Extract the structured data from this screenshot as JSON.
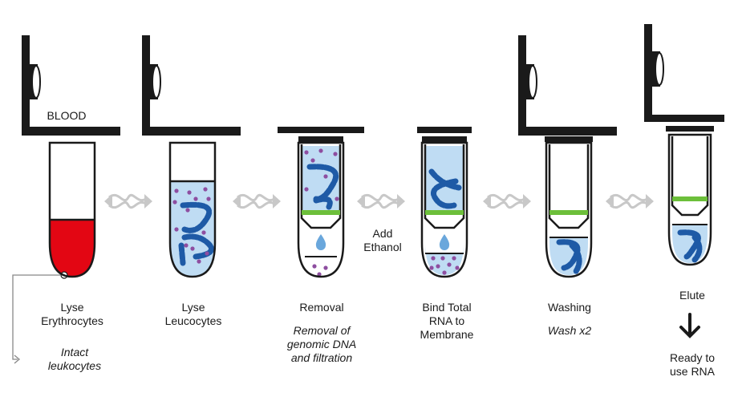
{
  "colors": {
    "outline": "#1a1a1a",
    "blood": "#e30613",
    "lysate": "#bfdcf3",
    "membrane": "#6cbf3a",
    "strand": "#1e5aa6",
    "debris": "#8e4ea0",
    "arrow": "#c8c8c8"
  },
  "steps": [
    {
      "title": "Lyse\nErythrocytes",
      "note": "Intact\nleukocytes",
      "tube_label": "BLOOD",
      "icon": "lysis-tube-icon"
    },
    {
      "title": "Lyse\nLeucocytes",
      "icon": "lysate-tube-icon"
    },
    {
      "title": "Removal",
      "note": "Removal of\ngenomic DNA\nand filtration",
      "icon": "filter-column-icon"
    },
    {
      "title": "Bind Total\nRNA to\nMembrane",
      "icon": "binding-column-icon"
    },
    {
      "title": "Washing",
      "note": "Wash x2",
      "icon": "wash-column-icon"
    },
    {
      "title": "Elute",
      "result": "Ready to\nuse RNA",
      "icon": "elution-tube-icon"
    }
  ],
  "transitions": [
    {
      "label": ""
    },
    {
      "label": ""
    },
    {
      "label": "Add\nEthanol"
    },
    {
      "label": ""
    },
    {
      "label": ""
    }
  ]
}
